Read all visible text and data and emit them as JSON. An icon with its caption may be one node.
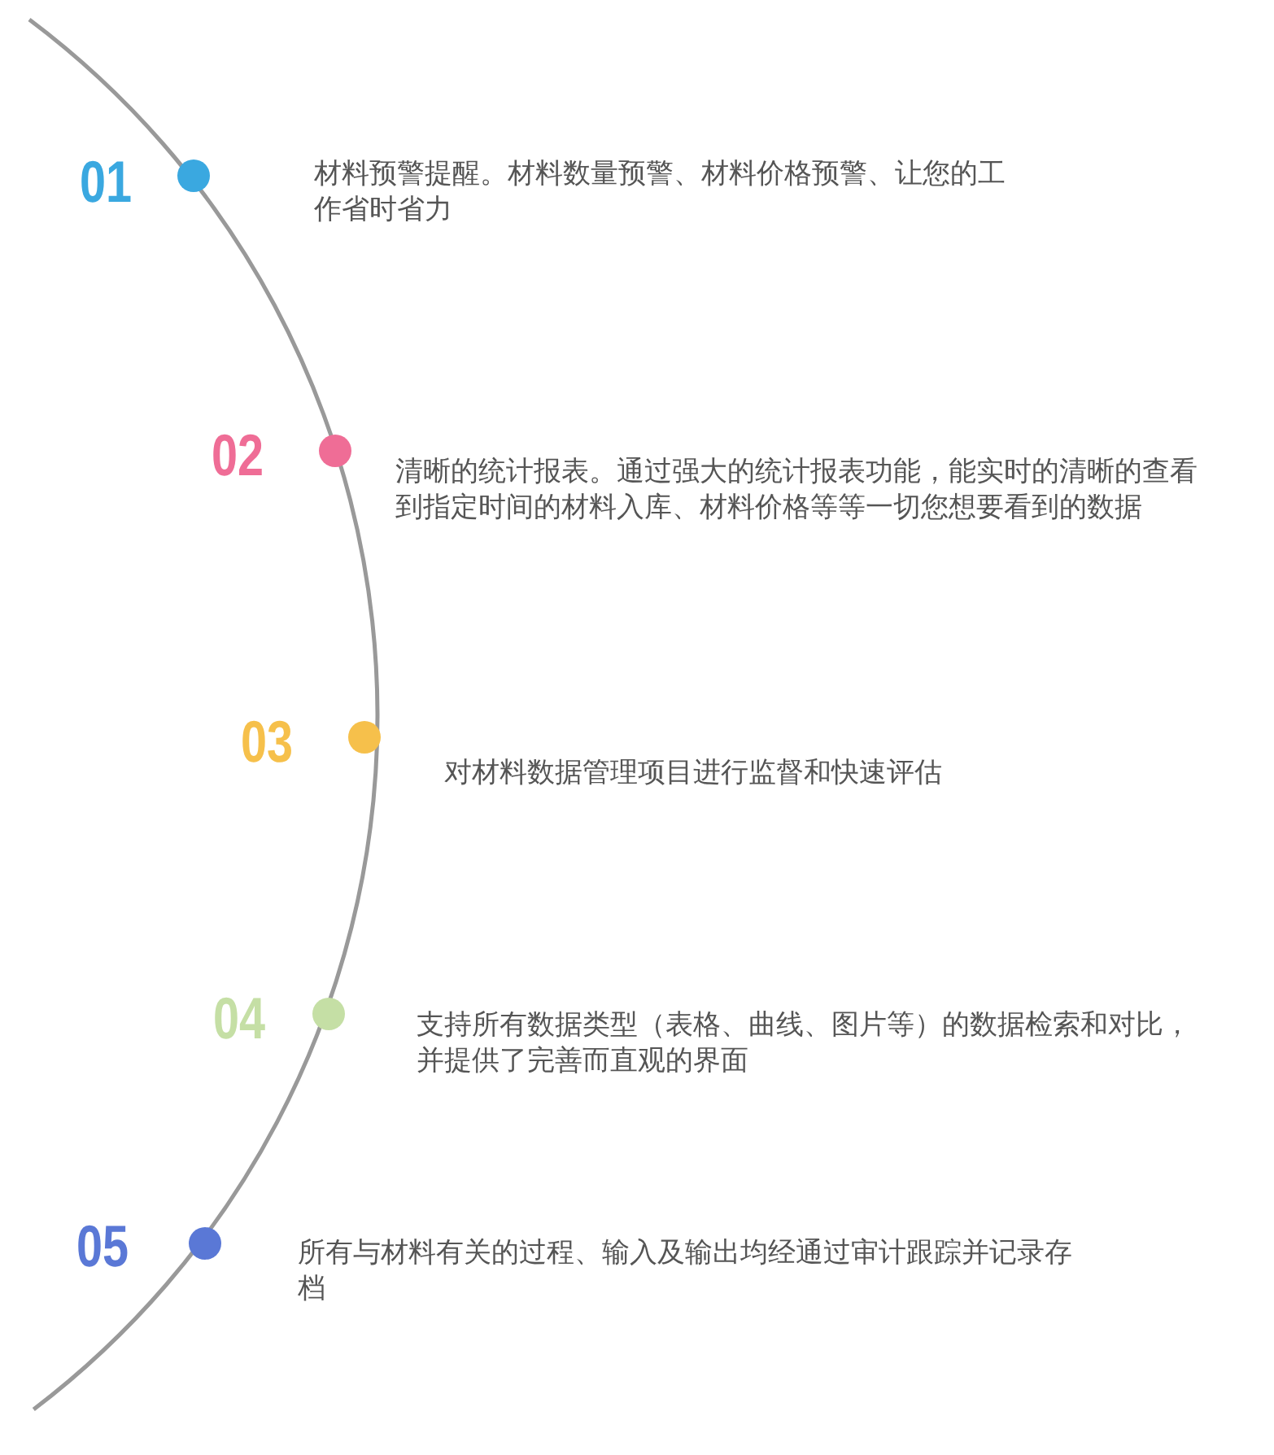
{
  "diagram": {
    "labels": [
      "01",
      "材料预警提醒。材料数量预警、材料价格预警、让您的工作省时省力",
      "02",
      "清晰的统计报表。通过强大的统计报表功能，能实时的清晰的查看到指定时间的材料入库、材料价格等等一切您想要看到的数据",
      "03",
      "对材料数据管理项目进行监督和快速评估",
      "04",
      "支持所有数据类型（表格、曲线、图片等）的数据检索和对比，并提供了完善而直观的界面",
      "05",
      "所有与材料有关的过程、输入及输出均经通过审计跟踪并记录存档"
    ]
  }
}
